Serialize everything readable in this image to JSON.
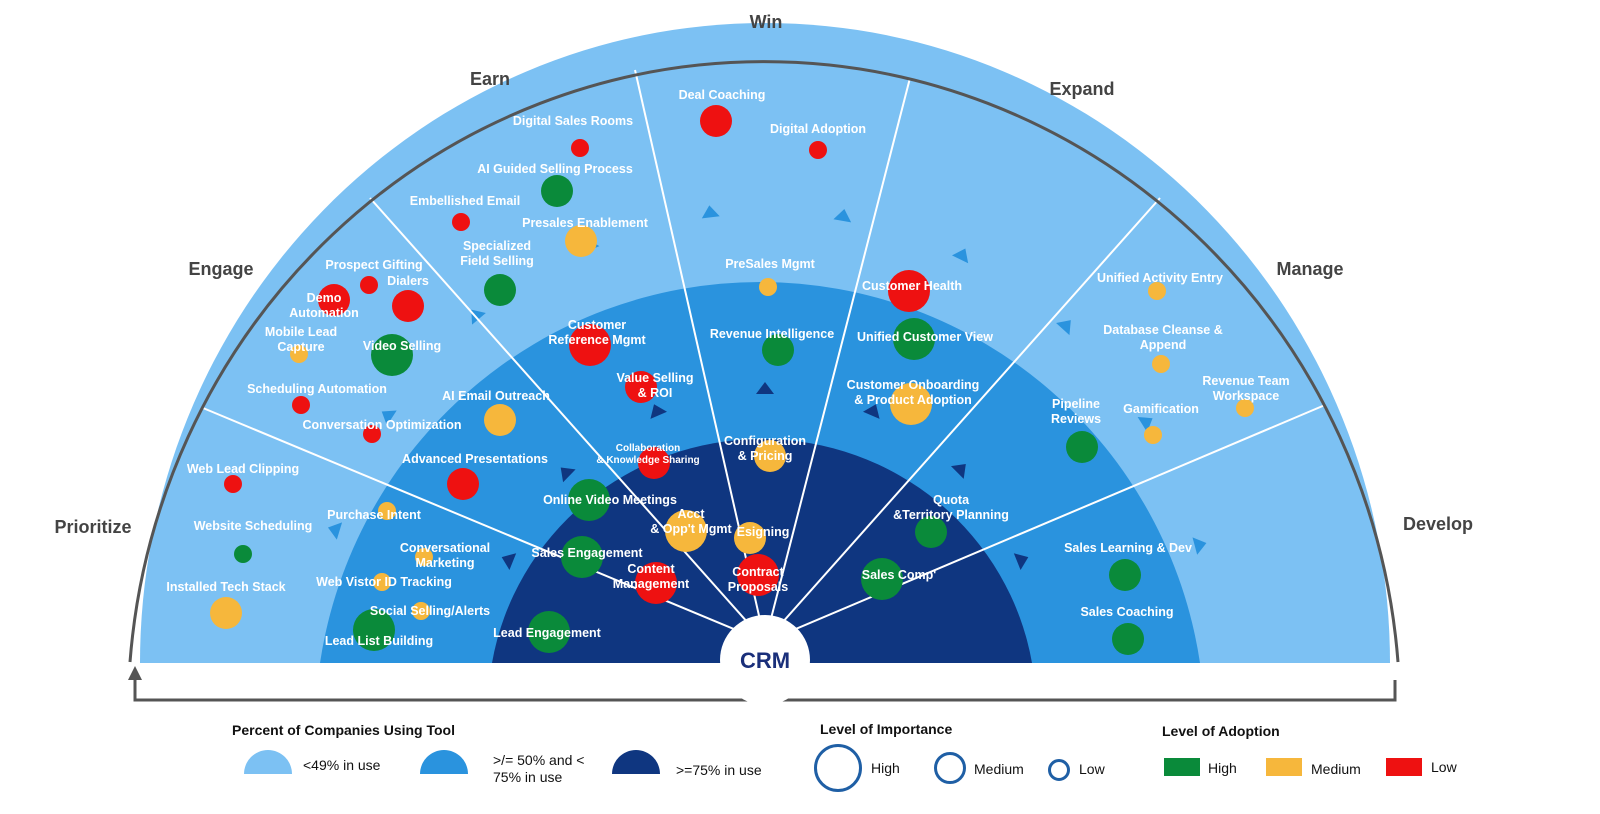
{
  "colors": {
    "outer": "#7cc1f3",
    "middle": "#2a93de",
    "inner": "#0f3680",
    "high": "#0a8a3a",
    "medium": "#f6b73c",
    "low": "#ee1111",
    "text_dark": "#444444",
    "crm": "#1a2f7a"
  },
  "center": {
    "label": "CRM"
  },
  "phases": [
    "Prioritize",
    "Engage",
    "Earn",
    "Win",
    "Expand",
    "Manage",
    "Develop"
  ],
  "tools": [
    {
      "name": "Web Lead Clipping",
      "importance": "low",
      "adoption": "low"
    },
    {
      "name": "Website Scheduling",
      "importance": "low",
      "adoption": "high"
    },
    {
      "name": "Installed Tech Stack",
      "importance": "medium",
      "adoption": "medium"
    },
    {
      "name": "Purchase Intent",
      "importance": "low",
      "adoption": "medium"
    },
    {
      "name": "Conversational Marketing",
      "importance": "low",
      "adoption": "medium"
    },
    {
      "name": "Web Vistor ID Tracking",
      "importance": "low",
      "adoption": "medium"
    },
    {
      "name": "Social Selling/Alerts",
      "importance": "low",
      "adoption": "medium"
    },
    {
      "name": "Lead List Building",
      "importance": "high",
      "adoption": "high"
    },
    {
      "name": "Prospect Gifting",
      "importance": "low",
      "adoption": "low"
    },
    {
      "name": "Demo Automation",
      "importance": "medium",
      "adoption": "low"
    },
    {
      "name": "Dialers",
      "importance": "medium",
      "adoption": "low"
    },
    {
      "name": "Mobile Lead Capture",
      "importance": "low",
      "adoption": "medium"
    },
    {
      "name": "Video Selling",
      "importance": "high",
      "adoption": "high"
    },
    {
      "name": "Scheduling Automation",
      "importance": "low",
      "adoption": "low"
    },
    {
      "name": "Conversation Optimization",
      "importance": "low",
      "adoption": "low"
    },
    {
      "name": "Digital Sales Rooms",
      "importance": "low",
      "adoption": "low"
    },
    {
      "name": "AI Guided Selling Process",
      "importance": "medium",
      "adoption": "high"
    },
    {
      "name": "Embellished Email",
      "importance": "low",
      "adoption": "low"
    },
    {
      "name": "Presales Enablement",
      "importance": "medium",
      "adoption": "medium"
    },
    {
      "name": "Specialized Field Selling",
      "importance": "medium",
      "adoption": "high"
    },
    {
      "name": "Customer Reference Mgmt",
      "importance": "high",
      "adoption": "low"
    },
    {
      "name": "Value Selling & ROI",
      "importance": "medium",
      "adoption": "low"
    },
    {
      "name": "AI Email Outreach",
      "importance": "medium",
      "adoption": "medium"
    },
    {
      "name": "Advanced Presentations",
      "importance": "medium",
      "adoption": "low"
    },
    {
      "name": "Collaboration & Knowledge Sharing",
      "importance": "medium",
      "adoption": "low"
    },
    {
      "name": "Online Video Meetings",
      "importance": "high",
      "adoption": "high"
    },
    {
      "name": "Sales Engagement",
      "importance": "high",
      "adoption": "high"
    },
    {
      "name": "Content Management",
      "importance": "high",
      "adoption": "low"
    },
    {
      "name": "Lead Engagement",
      "importance": "high",
      "adoption": "high"
    },
    {
      "name": "Acct & Opp't Mgmt",
      "importance": "high",
      "adoption": "medium"
    },
    {
      "name": "Deal Coaching",
      "importance": "medium",
      "adoption": "low"
    },
    {
      "name": "Digital Adoption",
      "importance": "low",
      "adoption": "low"
    },
    {
      "name": "PreSales Mgmt",
      "importance": "low",
      "adoption": "medium"
    },
    {
      "name": "Revenue Intelligence",
      "importance": "medium",
      "adoption": "high"
    },
    {
      "name": "Configuration & Pricing",
      "importance": "medium",
      "adoption": "medium"
    },
    {
      "name": "Esigning",
      "importance": "medium",
      "adoption": "medium"
    },
    {
      "name": "Contract Proposals",
      "importance": "high",
      "adoption": "low"
    },
    {
      "name": "Customer Health",
      "importance": "high",
      "adoption": "low"
    },
    {
      "name": "Unified Customer View",
      "importance": "high",
      "adoption": "high"
    },
    {
      "name": "Customer Onboarding & Product Adoption",
      "importance": "high",
      "adoption": "medium"
    },
    {
      "name": "Quota &Territory Planning",
      "importance": "medium",
      "adoption": "high"
    },
    {
      "name": "Sales Comp'",
      "importance": "high",
      "adoption": "high"
    },
    {
      "name": "Unified Activity Entry",
      "importance": "low",
      "adoption": "medium"
    },
    {
      "name": "Database Cleanse & Append",
      "importance": "low",
      "adoption": "medium"
    },
    {
      "name": "Revenue Team Workspace",
      "importance": "low",
      "adoption": "medium"
    },
    {
      "name": "Gamification",
      "importance": "low",
      "adoption": "medium"
    },
    {
      "name": "Pipeline Reviews",
      "importance": "medium",
      "adoption": "high"
    },
    {
      "name": "Sales Learning & Dev",
      "importance": "medium",
      "adoption": "high"
    },
    {
      "name": "Sales Coaching",
      "importance": "medium",
      "adoption": "high"
    }
  ],
  "legend": {
    "usage": {
      "title": "Percent of Companies Using Tool",
      "items": [
        "<49% in use",
        ">/= 50% and < 75% in use",
        ">=75% in use"
      ]
    },
    "importance": {
      "title": "Level of Importance",
      "items": [
        "High",
        "Medium",
        "Low"
      ]
    },
    "adoption": {
      "title": "Level of Adoption",
      "items": [
        "High",
        "Medium",
        "Low"
      ]
    }
  }
}
